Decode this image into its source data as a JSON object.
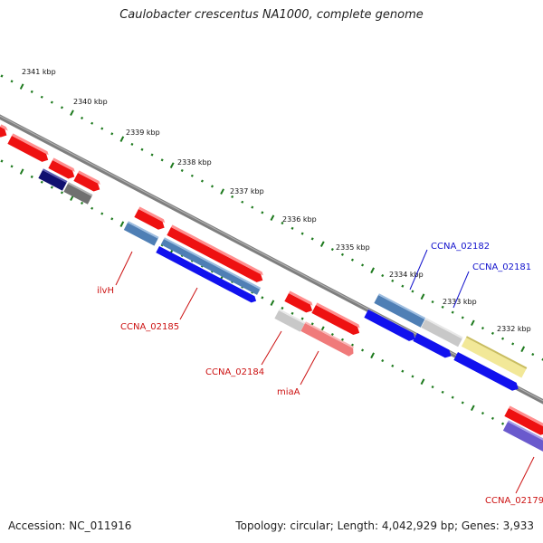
{
  "title": "Caulobacter crescentus NA1000, complete genome",
  "footer": {
    "accession": "Accession: NC_011916",
    "topology": "Topology: circular; Length: 4,042,929 bp; Genes: 3,933"
  },
  "colors": {
    "backbone": "#7f7f7f",
    "tick": "#1e7a1e",
    "red": "#ee1111",
    "label_red": "#cc1111",
    "label_blue": "#1111cc"
  },
  "scale_labels": [
    "2341 kbp",
    "2340 kbp",
    "2339 kbp",
    "2338 kbp",
    "2337 kbp",
    "2336 kbp",
    "2335 kbp",
    "2334 kbp",
    "2333 kbp",
    "2332 kbp"
  ],
  "gene_labels": [
    {
      "text": "ilvH",
      "color": "red"
    },
    {
      "text": "CCNA_02185",
      "color": "red"
    },
    {
      "text": "CCNA_02184",
      "color": "red"
    },
    {
      "text": "miaA",
      "color": "red"
    },
    {
      "text": "CCNA_02182",
      "color": "blue"
    },
    {
      "text": "CCNA_02181",
      "color": "blue"
    },
    {
      "text": "CCNA_02179",
      "color": "red"
    }
  ]
}
